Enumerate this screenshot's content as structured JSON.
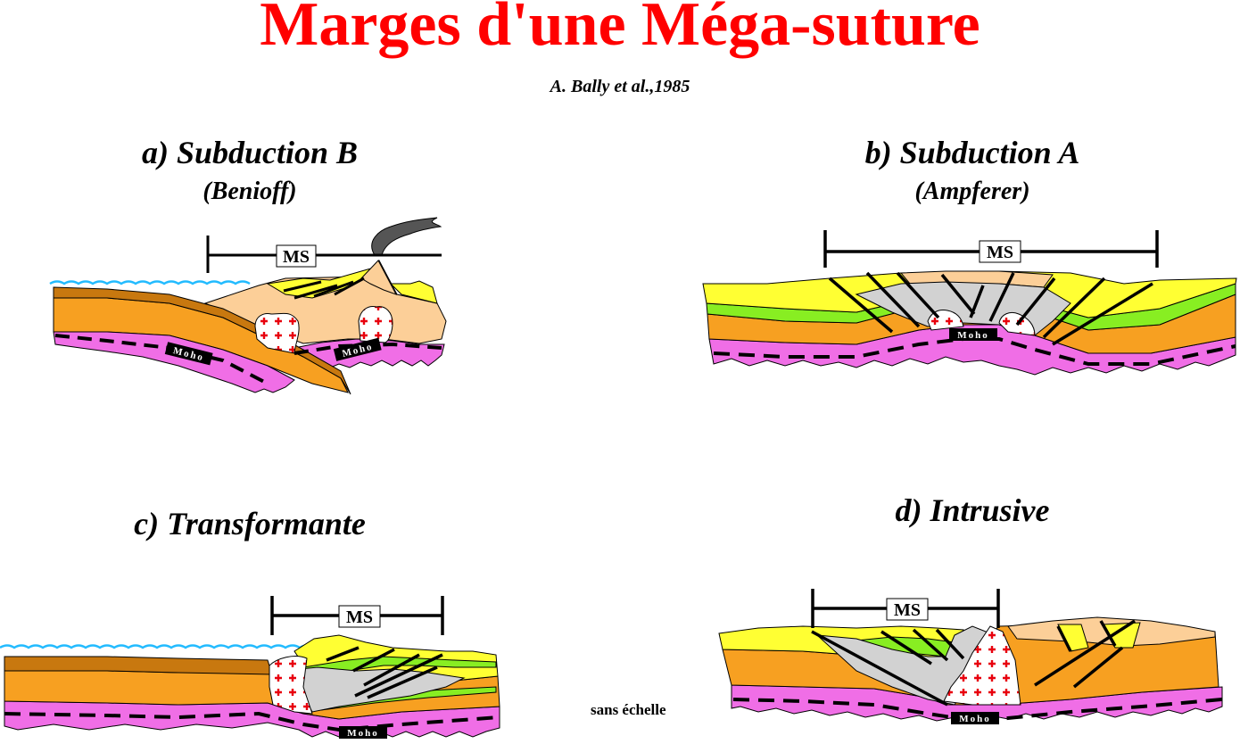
{
  "title": "Marges d'une Méga-suture",
  "author": "A. Bally et al.,1985",
  "scale_note": "sans échelle",
  "panels": [
    {
      "id": "a",
      "title": "a) Subduction B",
      "subtitle": "(Benioff)",
      "ms_label": "MS",
      "moho_labels": [
        "Moho",
        "Moho"
      ]
    },
    {
      "id": "b",
      "title": "b) Subduction A",
      "subtitle": "(Ampferer)",
      "ms_label": "MS",
      "moho_labels": [
        "Moho"
      ]
    },
    {
      "id": "c",
      "title": "c) Transformante",
      "subtitle": "",
      "ms_label": "MS",
      "moho_labels": [
        "Moho"
      ]
    },
    {
      "id": "d",
      "title": "d) Intrusive",
      "subtitle": "",
      "ms_label": "MS",
      "moho_labels": [
        "Moho"
      ]
    }
  ],
  "colors": {
    "title": "#ff0000",
    "sediments_yellow": "#ffff33",
    "green_layer": "#88ee22",
    "orange_crust": "#f7a021",
    "brown_crust": "#c8780f",
    "peach_crust": "#fccf98",
    "mantle_magenta": "#f06ee6",
    "grey_melange": "#d2d2d2",
    "granite_red_cross": "#e8000e",
    "sea_blue": "#22bbff"
  }
}
